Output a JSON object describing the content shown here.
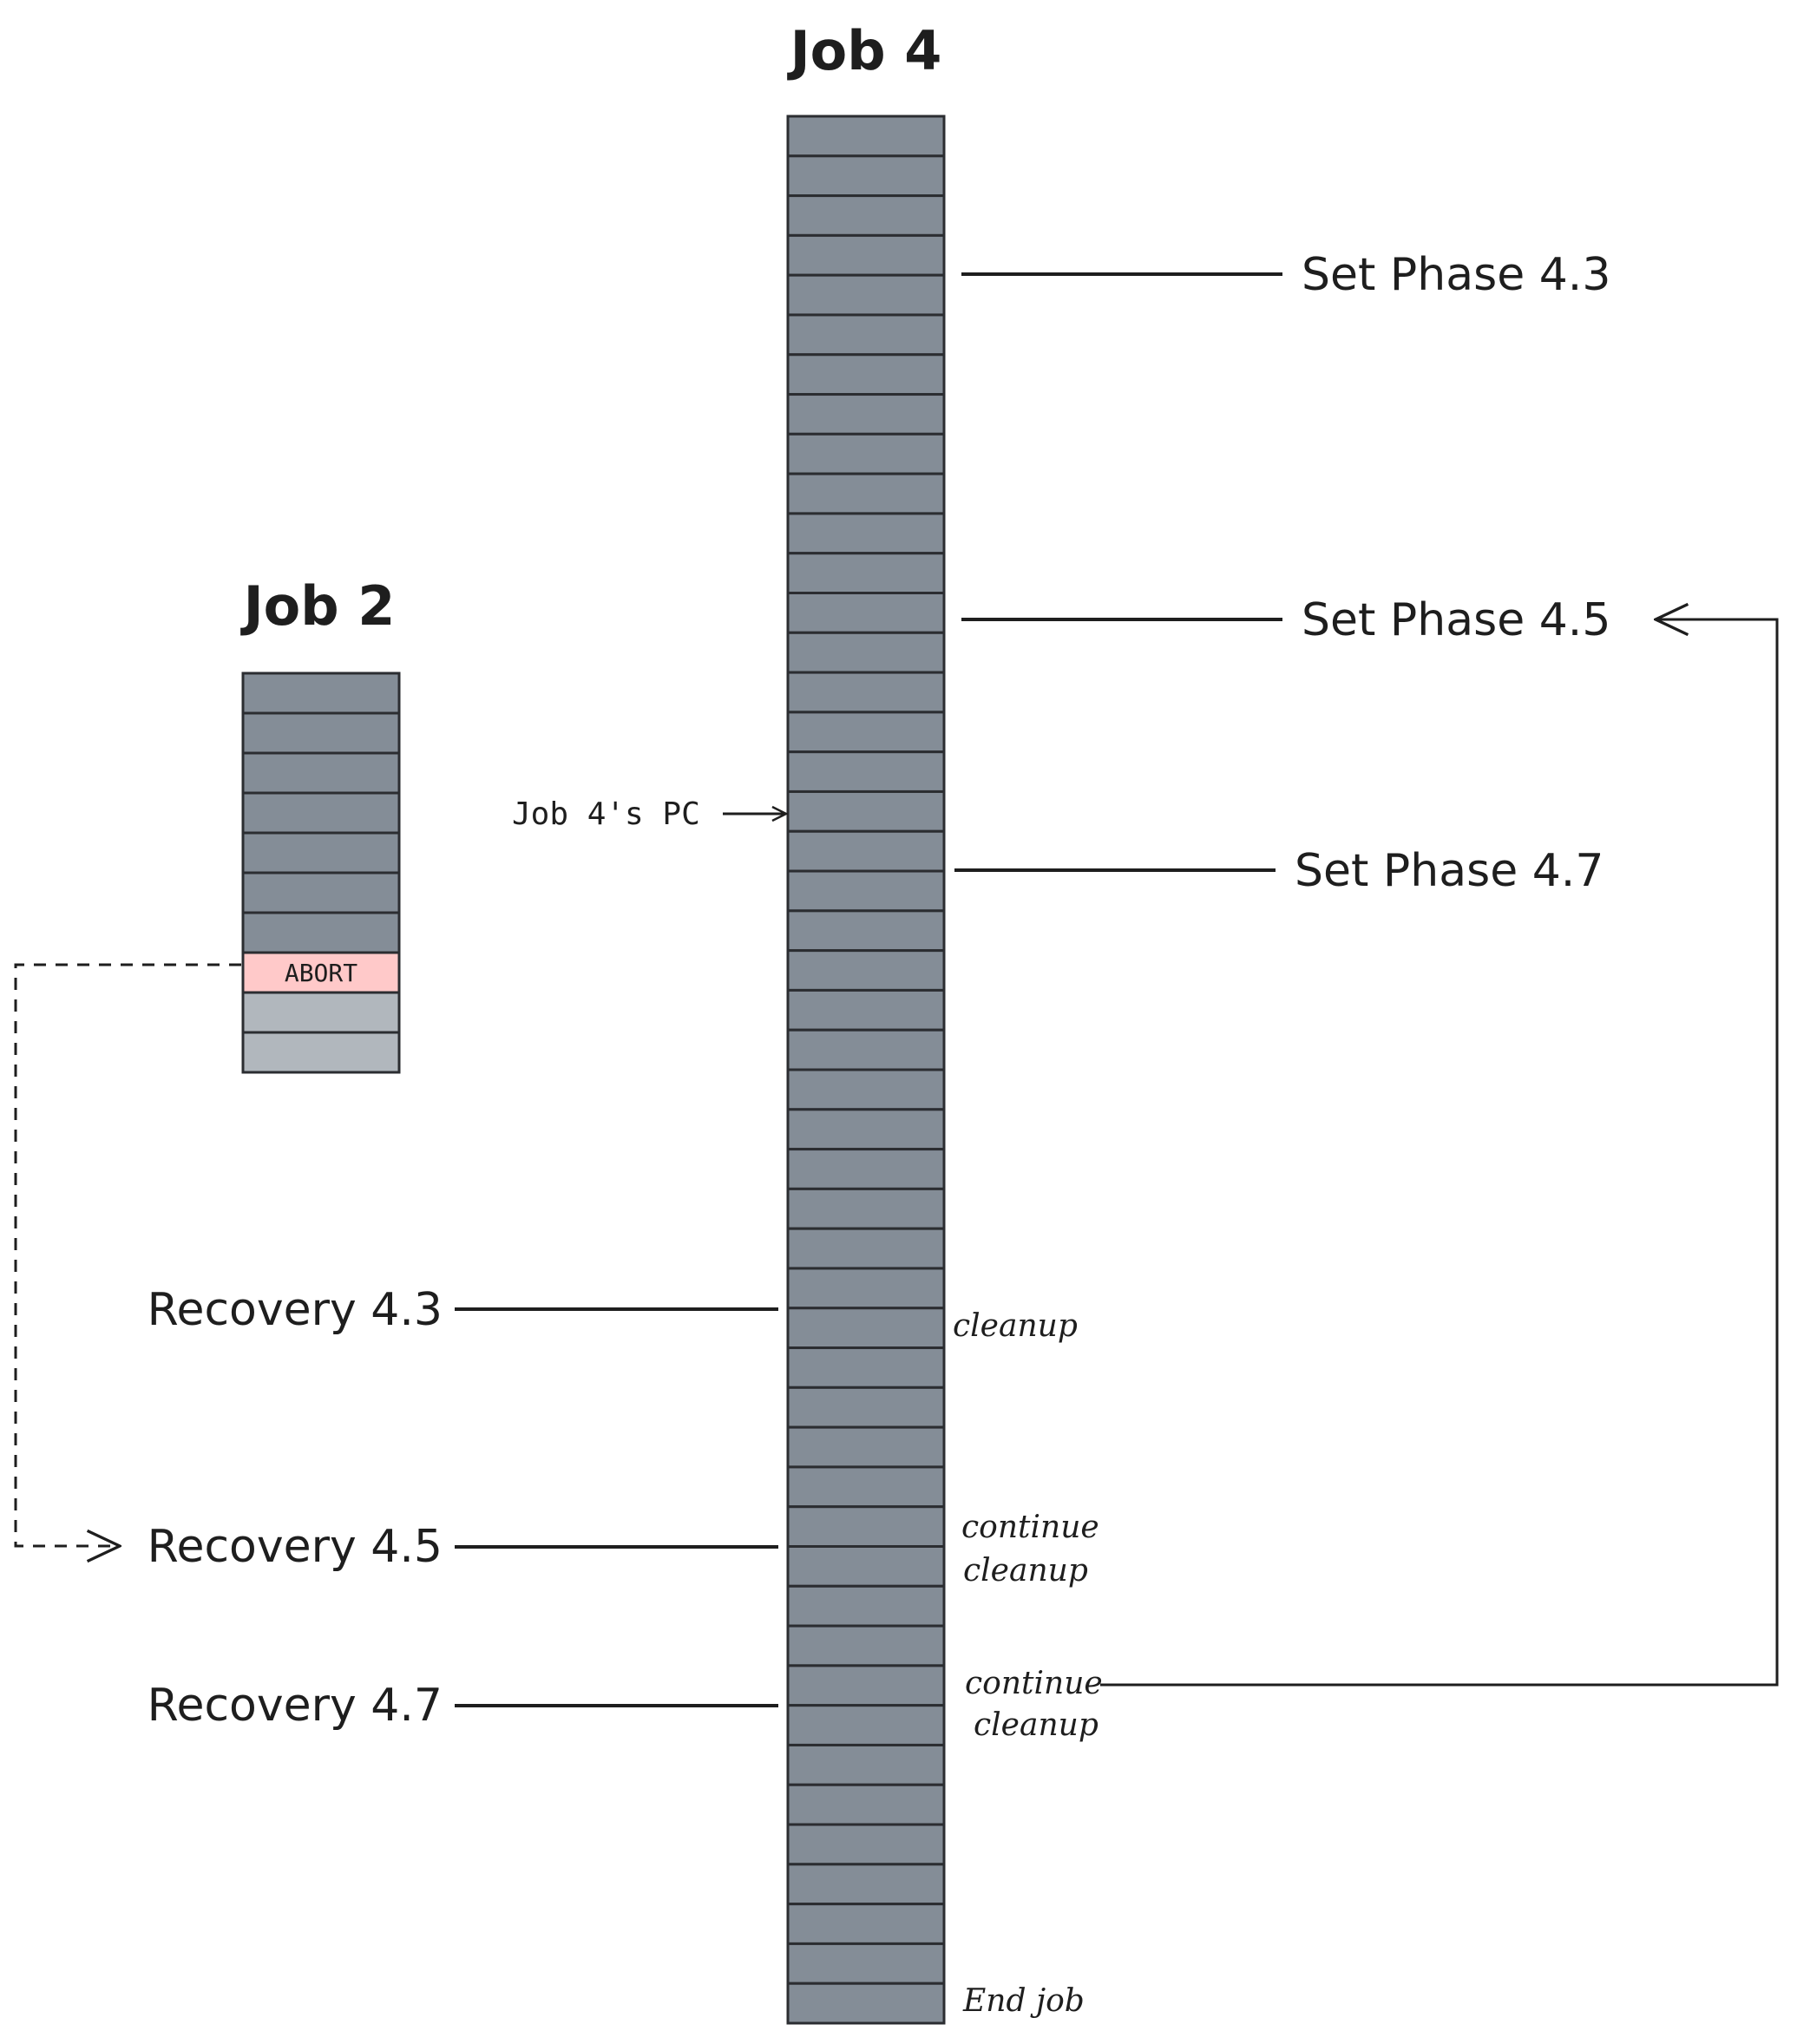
{
  "colors": {
    "cell_dark": "#848d97",
    "cell_light": "#b1b7bd",
    "cell_abort": "#ffc9c9",
    "stroke": "#1e1e1e"
  },
  "job2": {
    "title": "Job 2",
    "instructions": [
      {
        "state": "executed"
      },
      {
        "state": "executed"
      },
      {
        "state": "executed"
      },
      {
        "state": "executed"
      },
      {
        "state": "executed"
      },
      {
        "state": "executed"
      },
      {
        "state": "executed"
      },
      {
        "state": "abort",
        "label": "ABORT"
      },
      {
        "state": "pending"
      },
      {
        "state": "pending"
      }
    ]
  },
  "job4": {
    "title": "Job 4",
    "instruction_count": 48,
    "pc_label": "Job 4's PC",
    "phase_labels": [
      "Set Phase 4.3",
      "Set Phase 4.5",
      "Set Phase 4.7"
    ],
    "recovery_labels": [
      "Recovery 4.3",
      "Recovery 4.5",
      "Recovery 4.7"
    ],
    "notes": {
      "cleanup": "cleanup",
      "continue_cleanup_1": [
        "continue",
        "cleanup"
      ],
      "continue_cleanup_2": [
        "continue",
        "cleanup"
      ],
      "end_job": "End job"
    }
  }
}
